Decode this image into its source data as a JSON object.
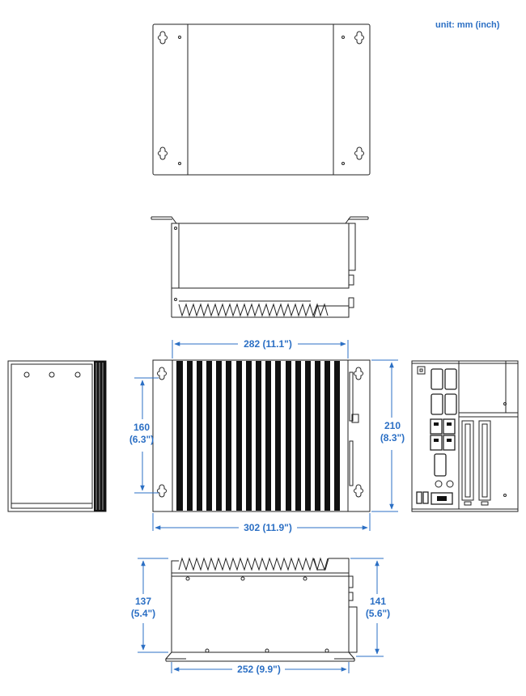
{
  "unit_label": "unit: mm (inch)",
  "dimensions": {
    "front_width_inner": "282 (11.1\")",
    "front_width_outer": "302 (11.9\")",
    "front_height_left_value": "160",
    "front_height_left_inch": "(6.3\")",
    "front_height_right_value": "210",
    "front_height_right_inch": "(8.3\")",
    "bottom_height_left_value": "137",
    "bottom_height_left_inch": "(5.4\")",
    "bottom_height_right_value": "141",
    "bottom_height_right_inch": "(5.6\")",
    "bottom_width": "252 (9.9\")"
  },
  "colors": {
    "dimension": "#2b6fc4",
    "line": "#222222"
  }
}
